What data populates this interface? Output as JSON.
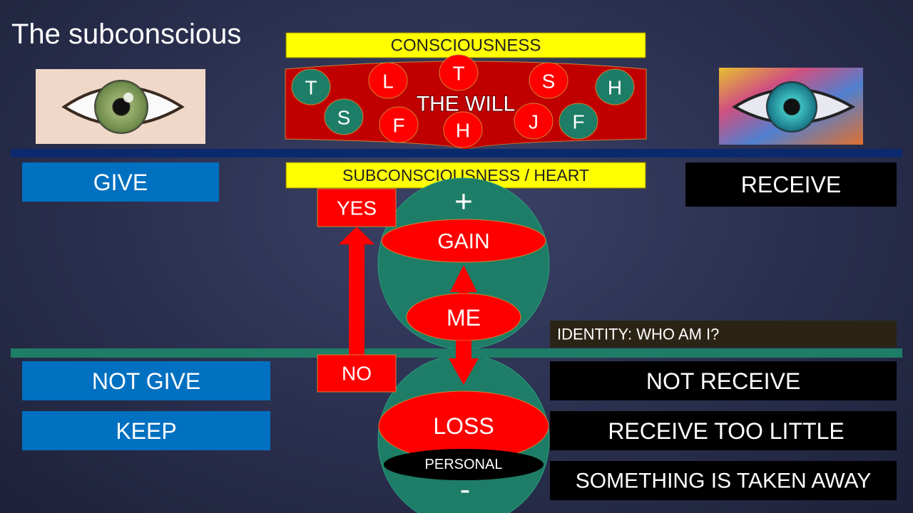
{
  "title": "The subconscious",
  "consciousness_label": "CONSCIOUSNESS",
  "will": {
    "label": "THE WILL",
    "green_letters": [
      "T",
      "S",
      "H",
      "F"
    ],
    "red_letters": [
      "L",
      "F",
      "T",
      "H",
      "S",
      "J"
    ]
  },
  "subconsciousness_label": "SUBCONSCIOUSNESS / HEART",
  "left": {
    "give": "GIVE",
    "not_give": "NOT GIVE",
    "keep": "KEEP"
  },
  "right": {
    "receive": "RECEIVE",
    "not_receive": "NOT RECEIVE",
    "receive_too_little": "RECEIVE TOO LITTLE",
    "taken_away": "SOMETHING IS TAKEN AWAY"
  },
  "center": {
    "yes": "YES",
    "no": "NO",
    "plus": "+",
    "minus": "-",
    "gain": "GAIN",
    "me": "ME",
    "loss": "LOSS",
    "personal": "PERSONAL"
  },
  "identity_label": "IDENTITY: WHO AM I?",
  "colors": {
    "blue": "#0070c0",
    "yellow": "#ffff00",
    "red": "#ff0000",
    "dark_red": "#c00000",
    "green": "#1e7d66",
    "navy": "#0b2a6e"
  }
}
